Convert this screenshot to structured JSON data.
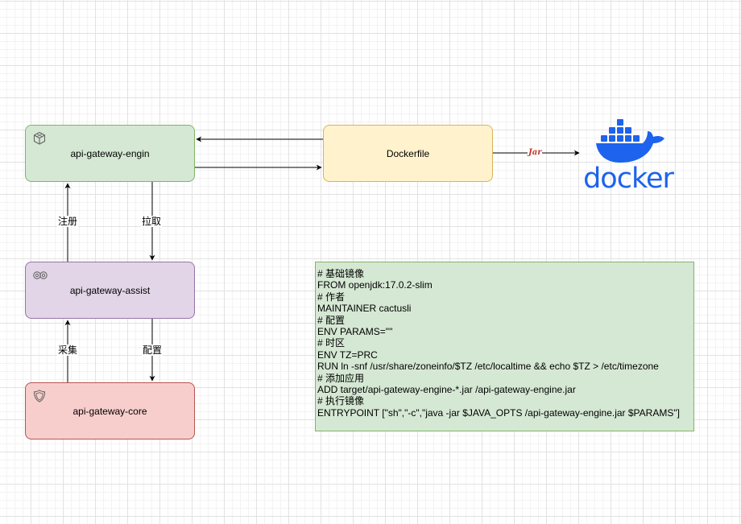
{
  "nodes": {
    "engin": "api-gateway-engin",
    "assist": "api-gateway-assist",
    "core": "api-gateway-core",
    "dockerfile": "Dockerfile"
  },
  "edge_labels": {
    "register": "注册",
    "pull": "拉取",
    "collect": "采集",
    "config": "配置",
    "jar": "Jar"
  },
  "docker_logo": {
    "text": "docker",
    "color": "#1d63ed"
  },
  "icons": {
    "engin": "cube-icon",
    "assist": "link-rings-icon",
    "core": "shield-icon"
  },
  "colors": {
    "engin_fill": "#d5e8d4",
    "engin_stroke": "#82b366",
    "assist_fill": "#e1d5e7",
    "assist_stroke": "#9673a6",
    "core_fill": "#f8cecc",
    "core_stroke": "#b85450",
    "dockerfile_fill": "#fff2cc",
    "dockerfile_stroke": "#d6b656"
  },
  "dockerfile_code": [
    "# 基础镜像",
    "FROM openjdk:17.0.2-slim",
    "# 作者",
    "MAINTAINER cactusli",
    "# 配置",
    "ENV PARAMS=\"\"",
    "# 时区",
    "ENV TZ=PRC",
    "RUN ln -snf /usr/share/zoneinfo/$TZ /etc/localtime && echo $TZ > /etc/timezone",
    "# 添加应用",
    "ADD target/api-gateway-engine-*.jar /api-gateway-engine.jar",
    "# 执行镜像",
    "ENTRYPOINT [\"sh\",\"-c\",\"java -jar $JAVA_OPTS /api-gateway-engine.jar $PARAMS\"]"
  ]
}
